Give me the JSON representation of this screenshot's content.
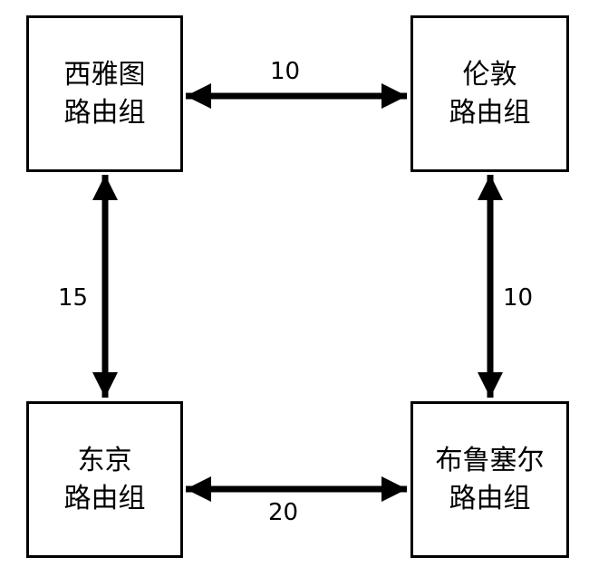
{
  "nodes": {
    "seattle": {
      "line1": "西雅图",
      "line2": "路由组"
    },
    "london": {
      "line1": "伦敦",
      "line2": "路由组"
    },
    "tokyo": {
      "line1": "东京",
      "line2": "路由组"
    },
    "brussels": {
      "line1": "布鲁塞尔",
      "line2": "路由组"
    }
  },
  "links": {
    "seattle_london": "10",
    "seattle_tokyo": "15",
    "london_brussels": "10",
    "tokyo_brussels": "20"
  },
  "colors": {
    "stroke": "#000000",
    "background": "#ffffff"
  }
}
